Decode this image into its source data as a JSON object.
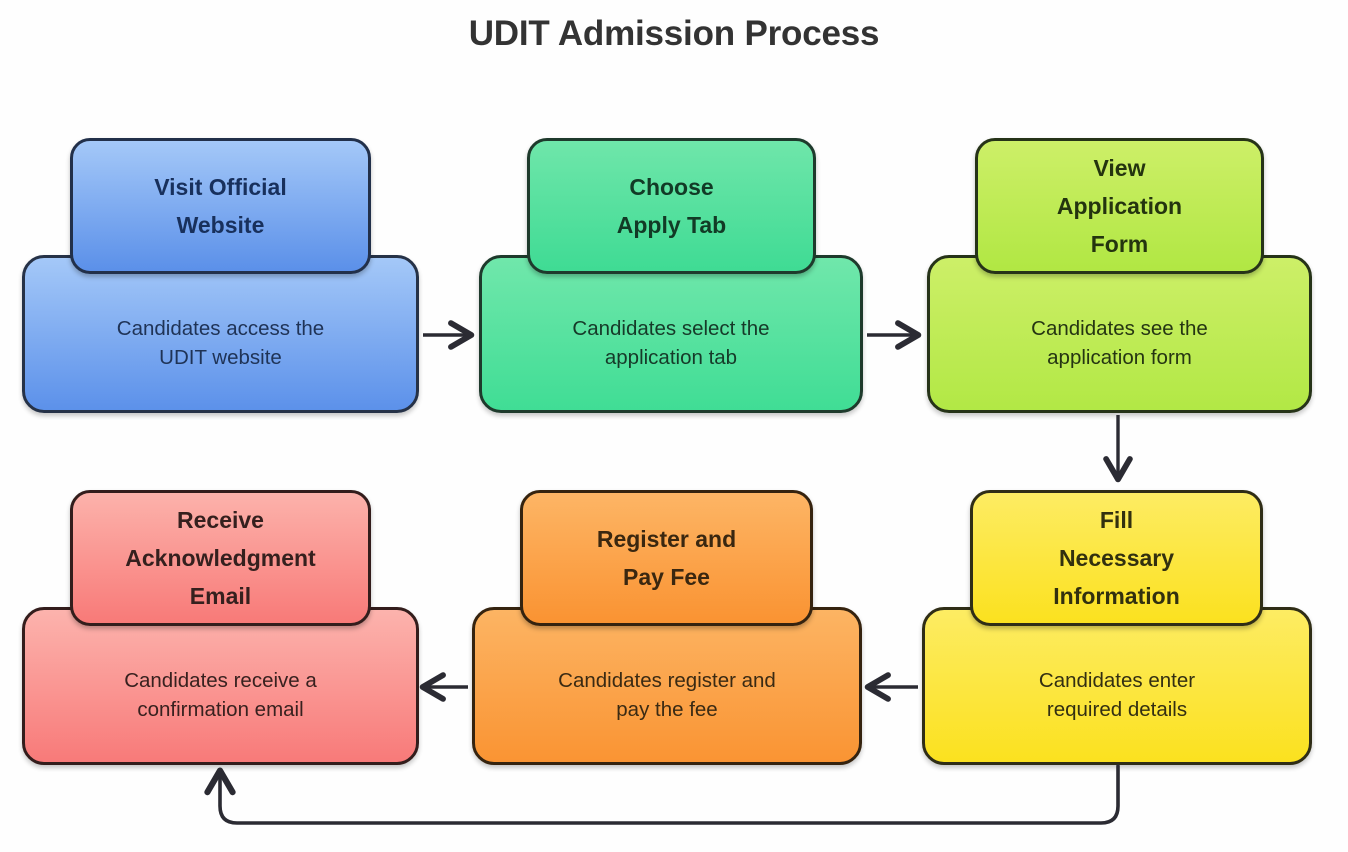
{
  "title": "UDIT Admission Process",
  "diagram": {
    "type": "flowchart",
    "direction": "boustrophedon-left-to-right-then-right-to-left",
    "nodes": [
      {
        "id": "step1",
        "order": 1,
        "title": "Visit Official\nWebsite",
        "description": "Candidates access the\nUDIT website",
        "color": "#5c91ea",
        "color_top": "#a4c8f8",
        "theme": "blue"
      },
      {
        "id": "step2",
        "order": 2,
        "title": "Choose\nApply Tab",
        "description": "Candidates select the\napplication tab",
        "color": "#40dd95",
        "color_top": "#70e7ab",
        "theme": "green"
      },
      {
        "id": "step3",
        "order": 3,
        "title": "View\nApplication\nForm",
        "description": "Candidates see the\napplication form",
        "color": "#b2e845",
        "color_top": "#cdef68",
        "theme": "lime"
      },
      {
        "id": "step4",
        "order": 4,
        "title": "Fill\nNecessary\nInformation",
        "description": "Candidates enter\nrequired details",
        "color": "#fbe11f",
        "color_top": "#fdec63",
        "theme": "yellow"
      },
      {
        "id": "step5",
        "order": 5,
        "title": "Register and\nPay Fee",
        "description": "Candidates register and\npay the fee",
        "color": "#fa9433",
        "color_top": "#fcb463",
        "theme": "orange"
      },
      {
        "id": "step6",
        "order": 6,
        "title": "Receive\nAcknowledgment\nEmail",
        "description": "Candidates receive a\nconfirmation email",
        "color": "#f87a79",
        "color_top": "#fcb3ad",
        "theme": "red"
      }
    ],
    "edges": [
      {
        "from": "step1",
        "to": "step2",
        "shape": "straight",
        "direction": "right"
      },
      {
        "from": "step2",
        "to": "step3",
        "shape": "straight",
        "direction": "right"
      },
      {
        "from": "step3",
        "to": "step4",
        "shape": "straight",
        "direction": "down"
      },
      {
        "from": "step4",
        "to": "step5",
        "shape": "straight",
        "direction": "left"
      },
      {
        "from": "step5",
        "to": "step6",
        "shape": "straight",
        "direction": "left"
      },
      {
        "from": "step4",
        "to": "step6",
        "shape": "elbow-loop",
        "direction": "up"
      }
    ],
    "edge_color": "#2b2b33"
  }
}
